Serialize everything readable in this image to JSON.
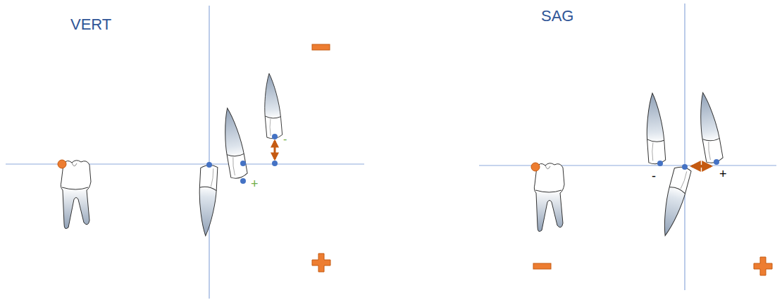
{
  "diagram": {
    "labels": [
      "VERT",
      "-",
      "+",
      "SAG",
      "-",
      "+"
    ]
  }
}
